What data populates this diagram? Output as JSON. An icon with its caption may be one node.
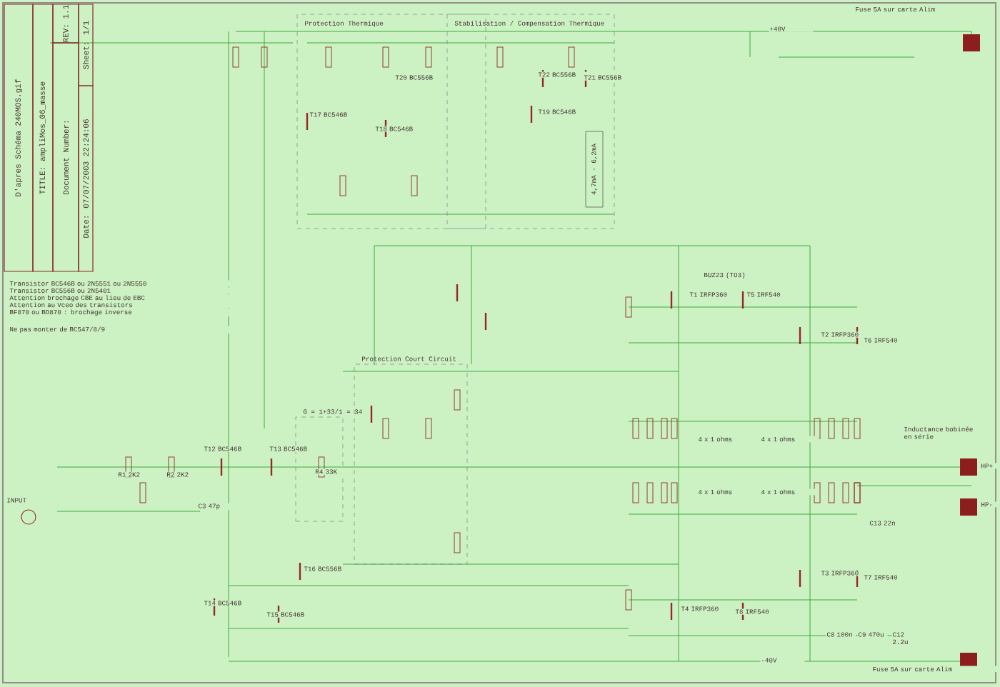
{
  "diagram": {
    "nodes": [
      {
        "text": [
          "D'apres Schéma 240MOS.gif"
        ]
      },
      {
        "text": [
          "TITLE: ampliMos_06_masse"
        ]
      },
      {
        "text": [
          "Document Number:"
        ]
      },
      {
        "text": [
          "REV: 1.1"
        ]
      },
      {
        "text": [
          "Sheet: 1/1"
        ]
      },
      {
        "text": [
          "Date: 07/07/2003 22:24:06"
        ]
      },
      {
        "text": [
          "Protection Thermique"
        ]
      },
      {
        "text": [
          "Stabilisation / Compensation Thermique"
        ]
      },
      {
        "text": [
          "Protection Court Circuit"
        ]
      },
      {
        "text": [
          "G = 1+33/1 = 34"
        ]
      },
      {
        "text": [
          "4,7mA - 6,2mA"
        ],
        "in": 7
      }
    ],
    "labels": [
      "Transistor BC546B ou 2N5551 ou 2N5550",
      "Transistor BC556B ou 2N5401",
      "Attention brochage CBE au lieu de EBC",
      "Attention au Vceo des transistors",
      "BF870 ou BD870 : brochage inverse",
      "Ne pas monter de BC547/8/9",
      "Fuse 5A sur carte Alim",
      "+40V",
      "T17 BC546B",
      "T20 BC556B",
      "T18 BC546B",
      "T22 BC556B",
      "T21 BC556B",
      "T19 BC546B",
      "BUZ23 (TO3)",
      "T1 IRFP360",
      "T5 IRF540",
      "T2 IRFP360",
      "T6 IRF540",
      "Inductance bobinée en série",
      "T12 BC546B",
      "T13 BC546B",
      "R1 2K2",
      "R2 2K2",
      "R4 33K",
      "4 x 1 ohms",
      "4 x 1 ohms",
      "HP+",
      "INPUT",
      "C3 47p",
      "4 x 1 ohms",
      "4 x 1 ohms",
      "HP-",
      "C13 22n",
      "T16 BC556B",
      "T3 IRFP360",
      "T7 IRF540",
      "T14 BC546B",
      "T15 BC546B",
      "T4 IRFP360",
      "T8 IRF540",
      "C8 100n",
      "C9 470u",
      "C12 2.2u",
      "-40V",
      "Fuse 5A sur carte Alim"
    ]
  }
}
